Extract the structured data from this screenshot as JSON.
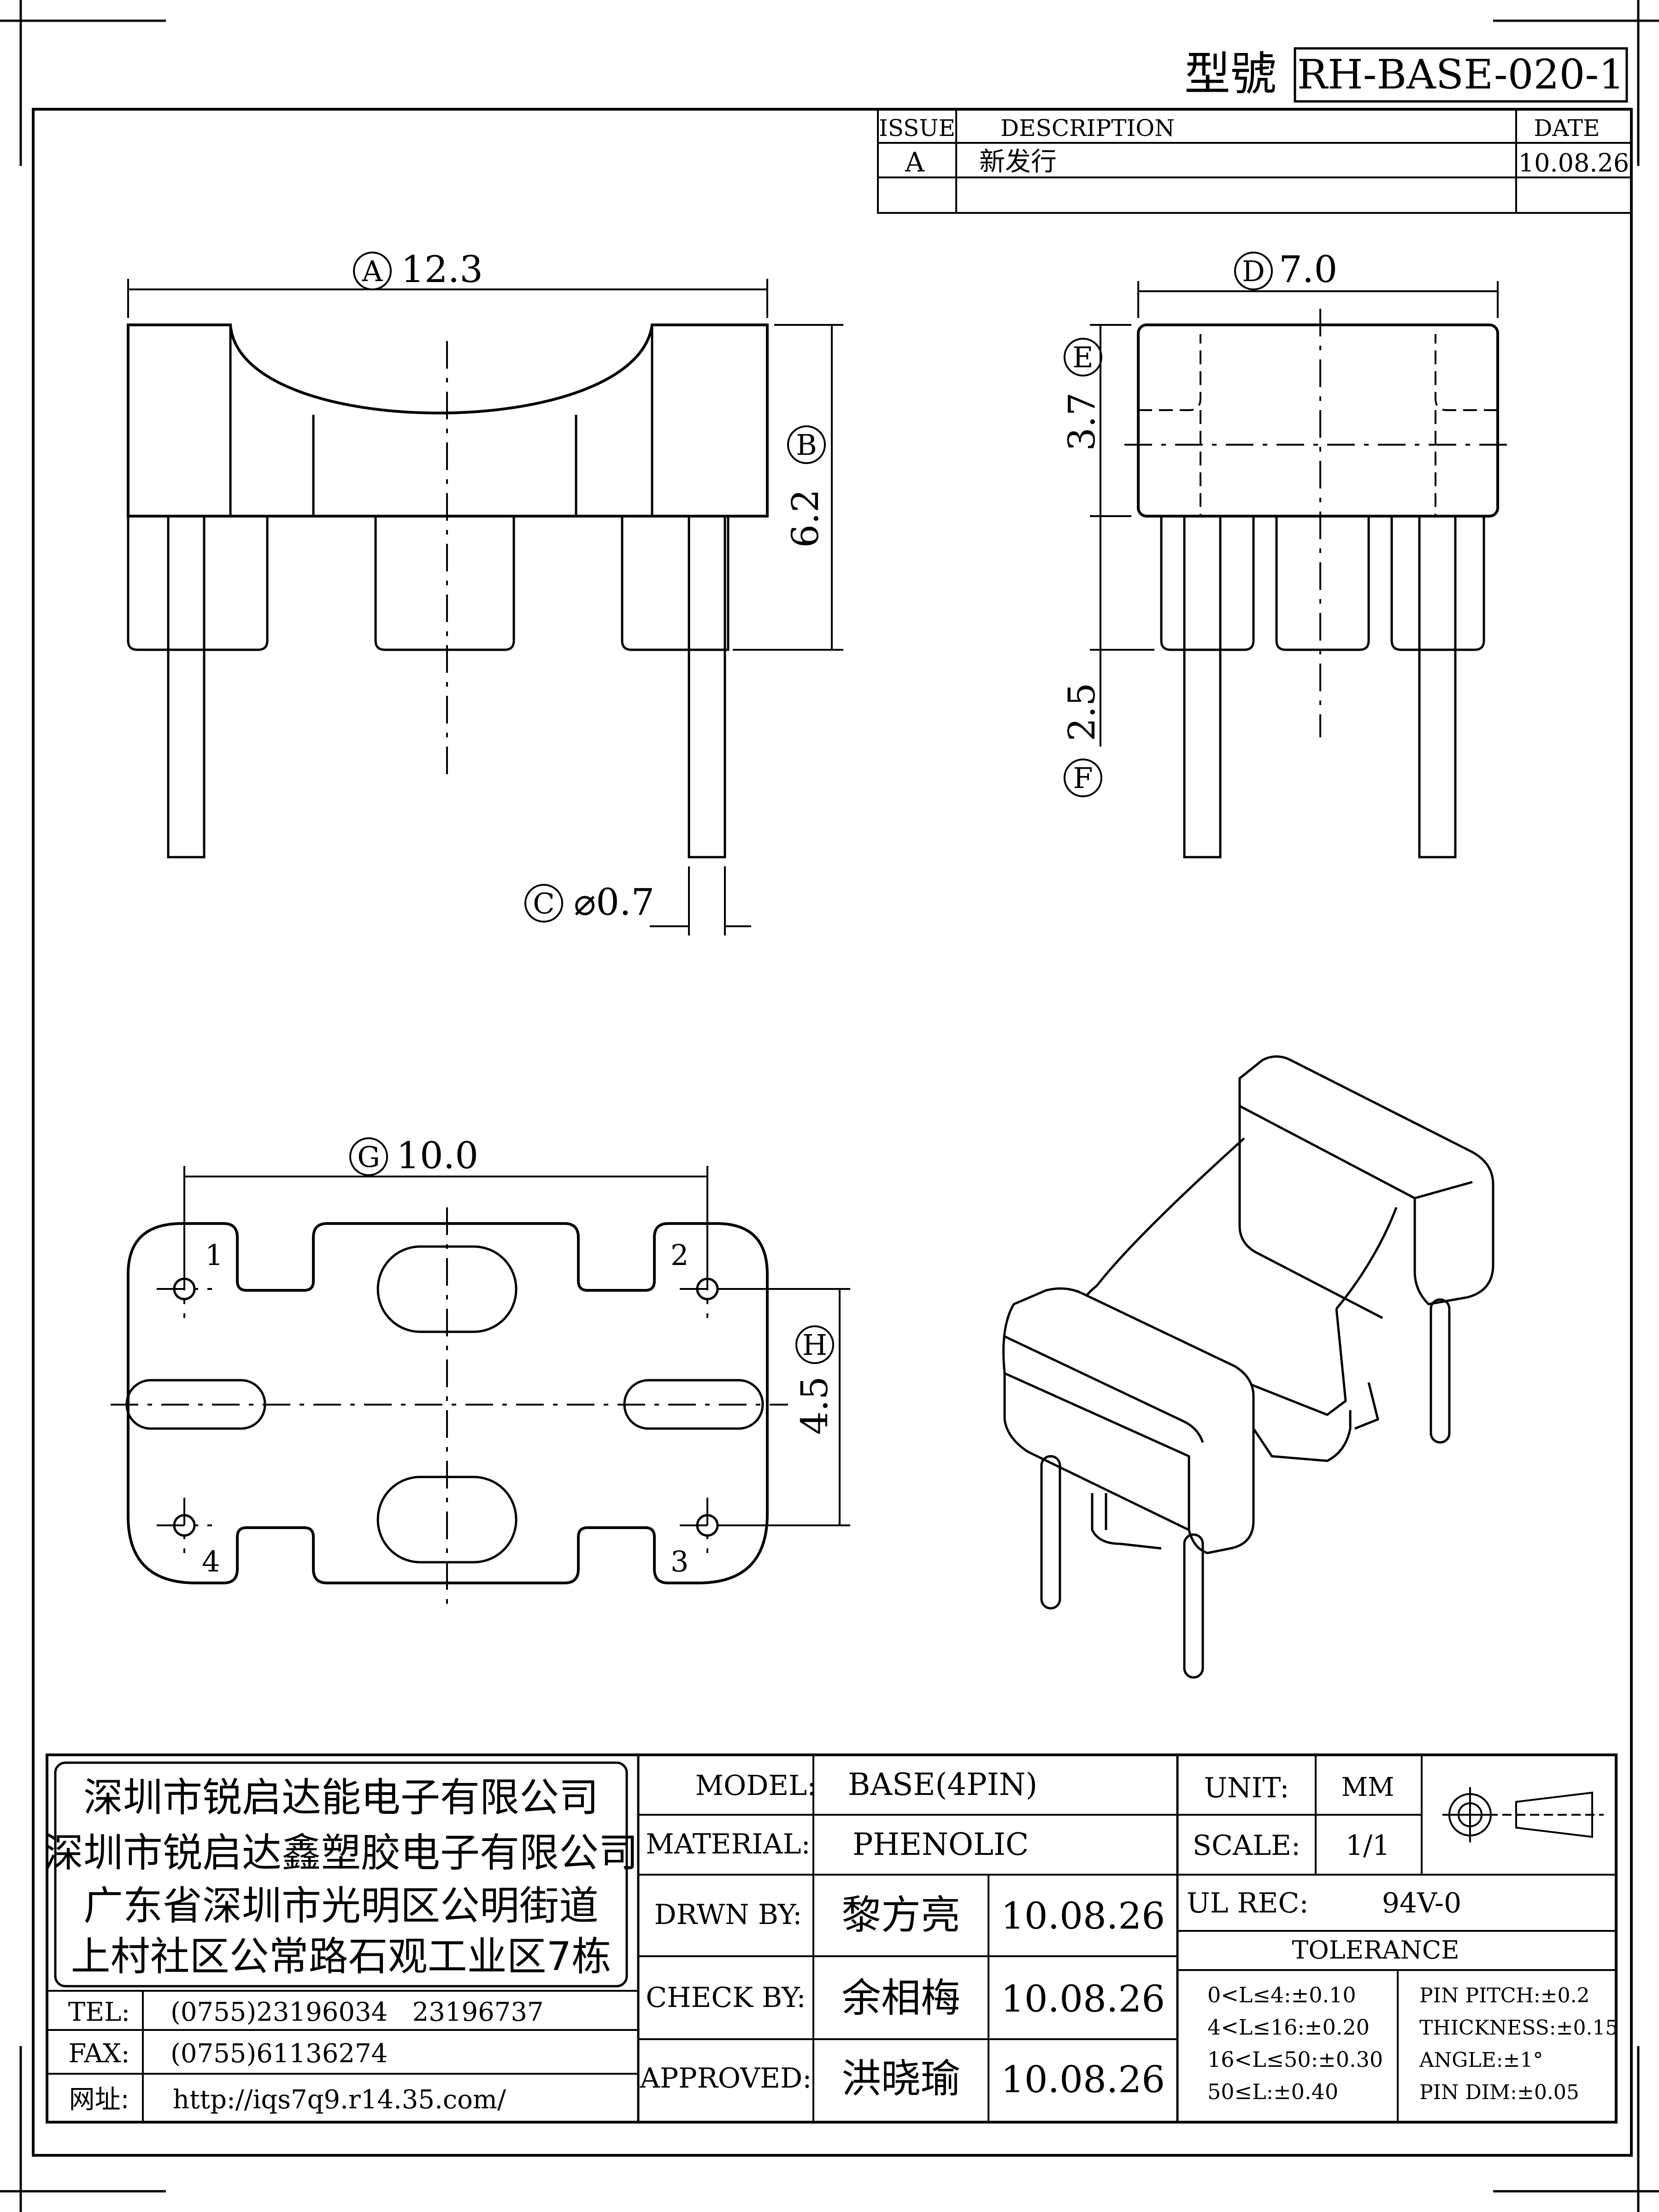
{
  "header": {
    "model_label": "型號",
    "model_code": "RH-BASE-020-1"
  },
  "revision_table": {
    "headers": {
      "issue": "ISSUE",
      "description": "DESCRIPTION",
      "date": "DATE"
    },
    "rows": [
      {
        "issue": "A",
        "description": "新发行",
        "date": "10.08.26"
      }
    ]
  },
  "dimensions": {
    "A": {
      "letter": "A",
      "value": "12.3"
    },
    "B": {
      "letter": "B",
      "value": "6.2"
    },
    "C": {
      "letter": "C",
      "value": "⌀0.7"
    },
    "D": {
      "letter": "D",
      "value": "7.0"
    },
    "E": {
      "letter": "E",
      "value": "3.7"
    },
    "F": {
      "letter": "F",
      "value": "2.5"
    },
    "G": {
      "letter": "G",
      "value": "10.0"
    },
    "H": {
      "letter": "H",
      "value": "4.5"
    }
  },
  "pin_numbers": [
    "1",
    "2",
    "3",
    "4"
  ],
  "company": {
    "lines": [
      "深圳市锐启达能电子有限公司",
      "深圳市锐启达鑫塑胶电子有限公司",
      "广东省深圳市光明区公明街道",
      "上村社区公常路石观工业区7栋"
    ],
    "tel_label": "TEL:",
    "tel": "(0755)23196034   23196737",
    "fax_label": "FAX:",
    "fax": "(0755)61136274",
    "web_label": "网址:",
    "web": "http://iqs7q9.r14.35.com/"
  },
  "title_block": {
    "model_label": "MODEL:",
    "model": "BASE(4PIN)",
    "material_label": "MATERIAL:",
    "material": "PHENOLIC",
    "drawn_label": "DRWN BY:",
    "drawn_name": "黎方亮",
    "drawn_date": "10.08.26",
    "check_label": "CHECK BY:",
    "check_name": "余相梅",
    "check_date": "10.08.26",
    "approved_label": "APPROVED:",
    "approved_name": "洪晓瑜",
    "approved_date": "10.08.26",
    "unit_label": "UNIT:",
    "unit": "MM",
    "scale_label": "SCALE:",
    "scale": "1/1",
    "ul_label": "UL REC:",
    "ul": "94V-0",
    "tolerance_label": "TOLERANCE",
    "tolerance_left": [
      "0<L≤4:±0.10",
      "4<L≤16:±0.20",
      "16<L≤50:±0.30",
      "50≤L:±0.40"
    ],
    "tolerance_right": [
      "PIN PITCH:±0.2",
      "THICKNESS:±0.15",
      "ANGLE:±1°",
      "PIN DIM:±0.05"
    ]
  }
}
